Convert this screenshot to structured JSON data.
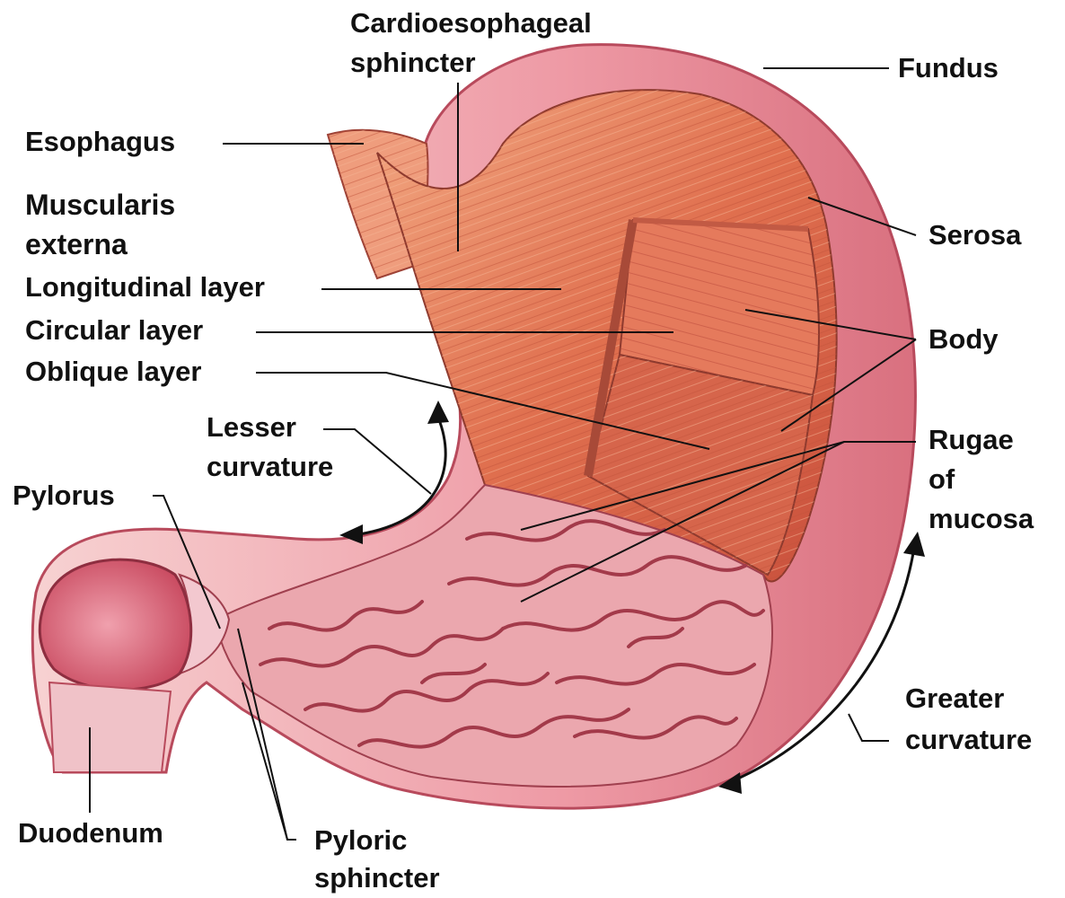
{
  "labels": {
    "cardioesophageal_1": "Cardioesophageal",
    "cardioesophageal_2": "sphincter",
    "fundus": "Fundus",
    "esophagus": "Esophagus",
    "muscularis_1": "Muscularis",
    "muscularis_2": "externa",
    "longitudinal": "Longitudinal layer",
    "circular": "Circular layer",
    "oblique": "Oblique layer",
    "serosa": "Serosa",
    "body": "Body",
    "lesser_1": "Lesser",
    "lesser_2": "curvature",
    "rugae_1": "Rugae",
    "rugae_2": "of",
    "rugae_3": "mucosa",
    "pylorus": "Pylorus",
    "greater_1": "Greater",
    "greater_2": "curvature",
    "duodenum": "Duodenum",
    "pyloric_1": "Pyloric",
    "pyloric_2": "sphincter"
  },
  "colors": {
    "serosa_pink": "#e98a9a",
    "serosa_light": "#f6c9cc",
    "muscle_red": "#d9634c",
    "muscle_light": "#ef9b7c",
    "rugae_pink": "#e9a6ae",
    "rugae_dark": "#a33a4a",
    "duodenum": "#d85a6e",
    "leader_line": "#111111"
  }
}
